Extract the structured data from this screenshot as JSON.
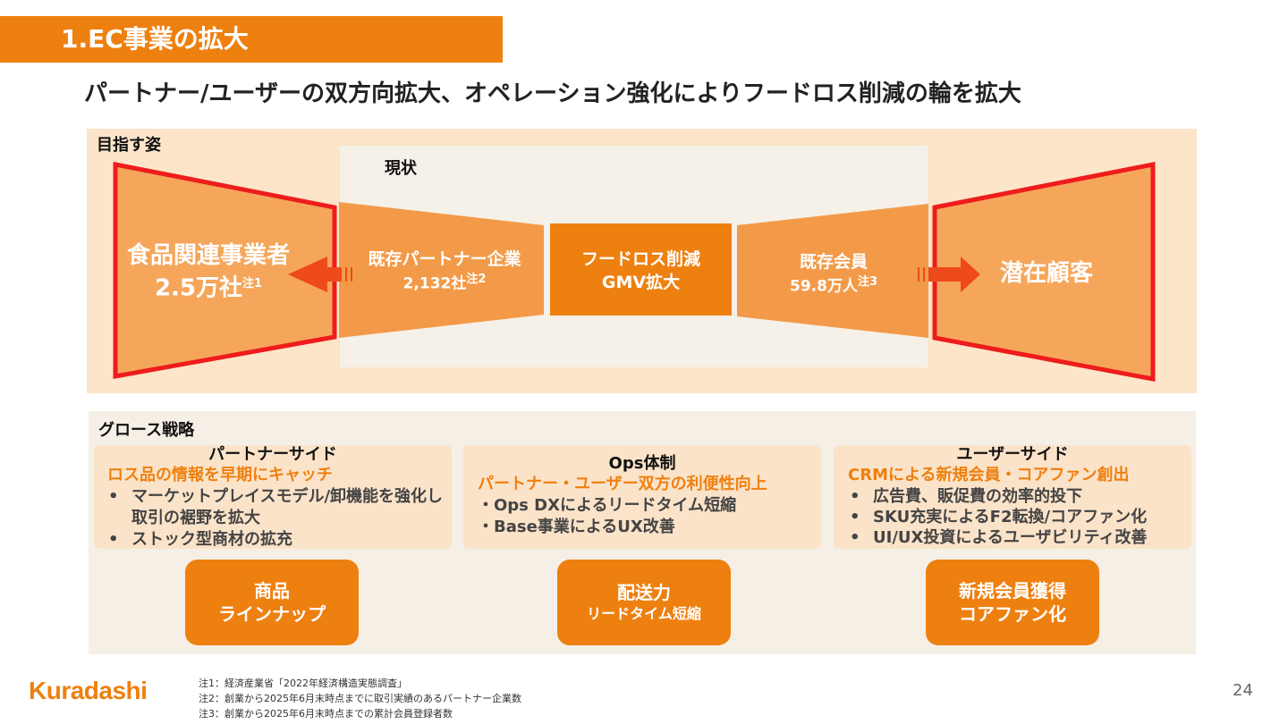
{
  "header": {
    "section_title": "1.EC事業の拡大",
    "subtitle": "パートナー/ユーザーの双方向拡大、オペレーション強化によりフードロス削減の輪を拡大"
  },
  "goal_panel": {
    "label": "目指す姿",
    "current_label": "現状",
    "left_target": {
      "line1": "食品関連事業者",
      "line2": "2.5万社",
      "note": "注1"
    },
    "partners": {
      "line1": "既存パートナー企業",
      "line2": "2,132社",
      "note": "注2"
    },
    "center": {
      "line1": "フードロス削減",
      "line2": "GMV拡大"
    },
    "members": {
      "line1": "既存会員",
      "line2": "59.8万人",
      "note": "注3"
    },
    "right_target": {
      "line1": "潜在顧客"
    }
  },
  "growth_panel": {
    "label": "グロース戦略",
    "columns": [
      {
        "title": "パートナーサイド",
        "subtitle": "ロス品の情報を早期にキャッチ",
        "bullets": [
          "マーケットプレイスモデル/卸機能を強化し取引の裾野を拡大",
          "ストック型商材の拡充"
        ],
        "pill": {
          "line1": "商品",
          "line2": "ラインナップ"
        }
      },
      {
        "title": "Ops体制",
        "subtitle": "パートナー・ユーザー双方の利便性向上",
        "items": [
          "・Ops DXによるリードタイム短縮",
          "・Base事業によるUX改善"
        ],
        "pill": {
          "line1": "配送力",
          "line2": "リードタイム短縮"
        }
      },
      {
        "title": "ユーザーサイド",
        "subtitle": "CRMによる新規会員・コアファン創出",
        "bullets": [
          "広告費、販促費の効率的投下",
          "SKU充実によるF2転換/コアファン化",
          "UI/UX投資によるユーザビリティ改善"
        ],
        "pill": {
          "line1": "新規会員獲得",
          "line2": "コアファン化"
        }
      }
    ]
  },
  "footer": {
    "logo": "Kuradashi",
    "notes": [
      "注1：経済産業省「2022年経済構造実態調査」",
      "注2：創業から2025年6月末時点までに取引実績のあるパートナー企業数",
      "注3：創業から2025年6月末時点までの累計会員登録者数"
    ],
    "page_number": "24"
  },
  "colors": {
    "accent": "#ee8010",
    "light_orange": "#f5a65b",
    "mid_orange": "#f39a48",
    "red_outline": "#ee1c1c",
    "panel_bg": "#fce5c8"
  }
}
